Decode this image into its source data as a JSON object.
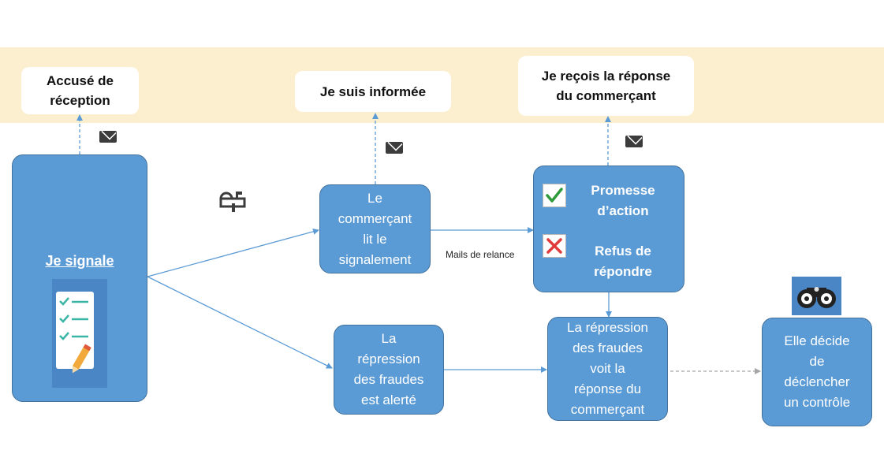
{
  "callouts": {
    "accuse": [
      "Accusé de",
      "réception"
    ],
    "informee": [
      "Je suis informée"
    ],
    "reponse": [
      "Je reçois la réponse",
      "du commerçant"
    ]
  },
  "nodes": {
    "je_signale": "Je signale",
    "commercant_lit": [
      "Le",
      "commerçant",
      "lit le",
      "signalement"
    ],
    "promesse": [
      "Promesse",
      "d’action"
    ],
    "refus": [
      "Refus de",
      "répondre"
    ],
    "repression_alerte": [
      "La",
      "répression",
      "des fraudes",
      "est alerté"
    ],
    "repression_voit": [
      "La répression",
      "des fraudes",
      "voit la",
      "réponse du",
      "commerçant"
    ],
    "controle": [
      "Elle décide",
      "de",
      "déclencher",
      "un contrôle"
    ]
  },
  "edge_labels": {
    "relance": "Mails de relance"
  },
  "icons": [
    "mail-icon",
    "mailbox-icon",
    "checklist-icon",
    "check-icon",
    "cross-icon",
    "binoculars-icon"
  ],
  "colors": {
    "band": "#fcefd0",
    "node_fill": "#5b9bd5",
    "node_border": "#41719c",
    "arrow": "#5b9bd5",
    "check": "#2e9a3a",
    "cross": "#e03a3a"
  }
}
